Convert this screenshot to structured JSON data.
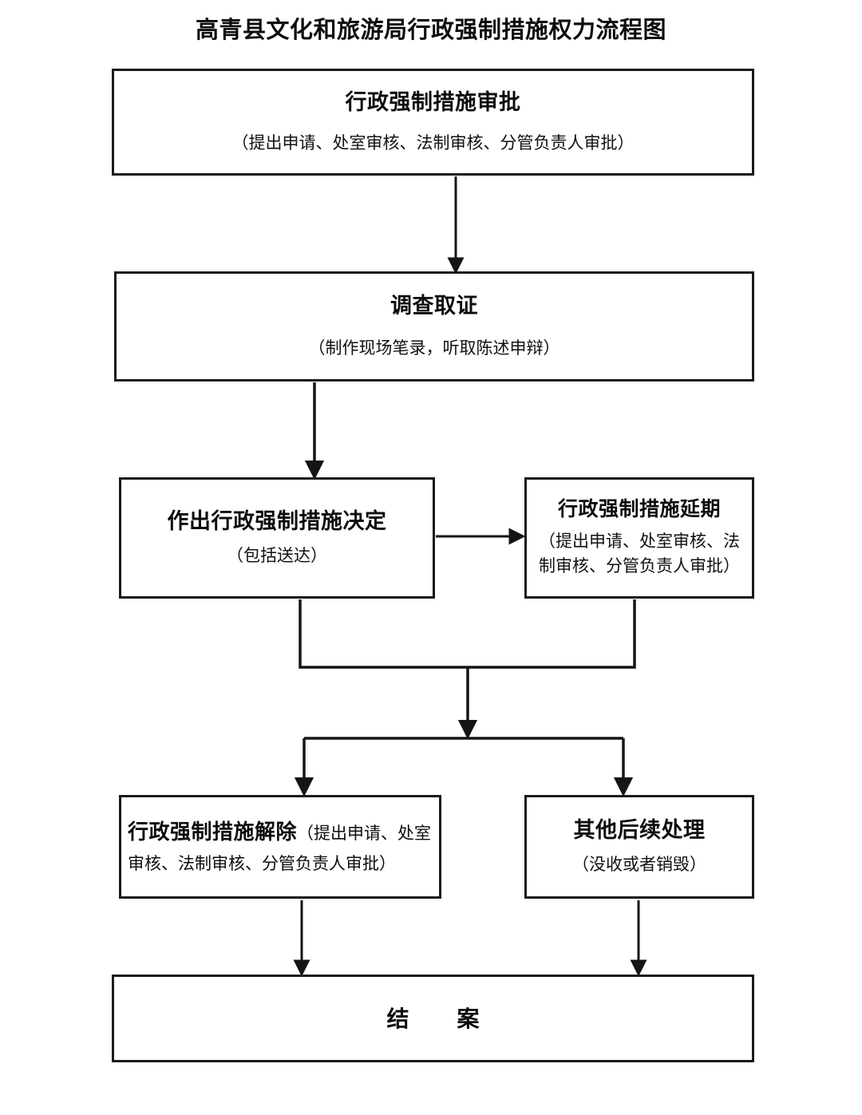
{
  "title": "高青县文化和旅游局行政强制措施权力流程图",
  "diagram": {
    "type": "flowchart",
    "orientation": "top-to-bottom",
    "nodes": [
      {
        "id": "approval",
        "title": "行政强制措施审批",
        "sub": "（提出申请、处室审核、法制审核、分管负责人审批）"
      },
      {
        "id": "investigate",
        "title": "调查取证",
        "sub": "（制作现场笔录，听取陈述申辩）"
      },
      {
        "id": "decision",
        "title": "作出行政强制措施决定",
        "sub": "（包括送达）"
      },
      {
        "id": "extension",
        "title": "行政强制措施延期",
        "sub": "（提出申请、处室审核、法制审核、分管负责人审批）"
      },
      {
        "id": "release",
        "title": "行政强制措施解除",
        "sub": "（提出申请、处室审核、法制审核、分管负责人审批）"
      },
      {
        "id": "followup",
        "title": "其他后续处理",
        "sub": "（没收或者销毁）"
      },
      {
        "id": "close",
        "title": "结　案",
        "sub": ""
      }
    ],
    "edges": [
      {
        "from": "approval",
        "to": "investigate",
        "style": "arrow-down"
      },
      {
        "from": "investigate",
        "to": "decision",
        "style": "arrow-down"
      },
      {
        "from": "decision",
        "to": "extension",
        "style": "arrow-right"
      },
      {
        "from": "decision",
        "to": "merge-point",
        "style": "elbow-down"
      },
      {
        "from": "extension",
        "to": "merge-point",
        "style": "elbow-down"
      },
      {
        "from": "merge-point",
        "to": "split-bar",
        "style": "arrow-down"
      },
      {
        "from": "split-bar",
        "to": "release",
        "style": "arrow-down"
      },
      {
        "from": "split-bar",
        "to": "followup",
        "style": "arrow-down"
      },
      {
        "from": "release",
        "to": "close",
        "style": "arrow-down"
      },
      {
        "from": "followup",
        "to": "close",
        "style": "arrow-down"
      }
    ]
  },
  "colors": {
    "border": "#1a1a1a",
    "text": "#0d0d0d",
    "background": "#ffffff",
    "connector": "#151515"
  }
}
